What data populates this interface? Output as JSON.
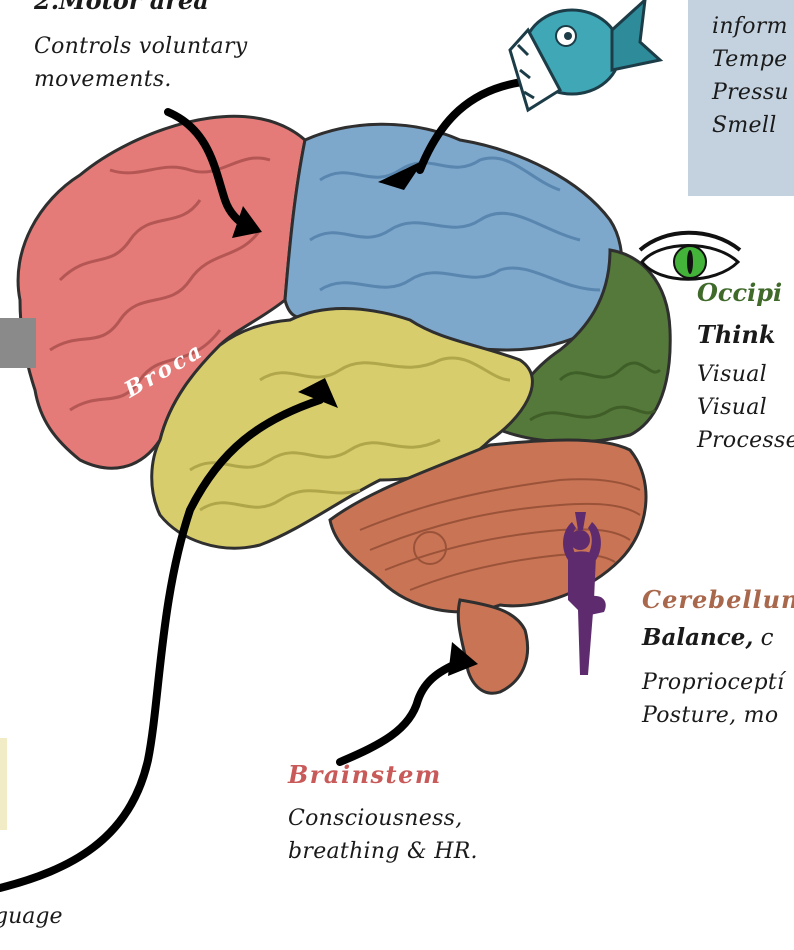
{
  "motor": {
    "title": "2.Motor area",
    "lines": [
      "Controls voluntary",
      "movements."
    ]
  },
  "sensory": {
    "lines": [
      "inform",
      "Tempe",
      "Pressu",
      "Smell"
    ]
  },
  "occipital": {
    "title": "Occipi",
    "subtitle": "Think",
    "lines": [
      "Visual",
      "Visual",
      "Processe"
    ]
  },
  "cerebellum": {
    "title": "Cerebellun",
    "subtitle_bold": "Balance,",
    "subtitle_rest": " c",
    "lines": [
      "Proprioceptí",
      "Posture, mo"
    ]
  },
  "brainstem": {
    "title": "Brainstem",
    "lines": [
      "Consciousness,",
      "breathing & HR."
    ]
  },
  "broca_label": "Broca",
  "language_fragment": "guage",
  "colors": {
    "frontal": "#e47b78",
    "parietal": "#7ea7cc",
    "temporal": "#d8cd6d",
    "occipital": "#55793a",
    "cerebellum": "#c97455",
    "brainstem": "#c97455",
    "outline": "#2f2f2f",
    "sensory_box": "#c4d2e0",
    "occipital_title": "#3f6a2a",
    "cerebellum_title": "#a9684c",
    "brainstem_title": "#c95a5a",
    "yoga_figure": "#5e2c6e",
    "fish": "#3fa7b5",
    "eye": "#44b33a"
  },
  "icons": [
    "piranha-fish-icon",
    "eye-icon",
    "yoga-pose-icon"
  ]
}
